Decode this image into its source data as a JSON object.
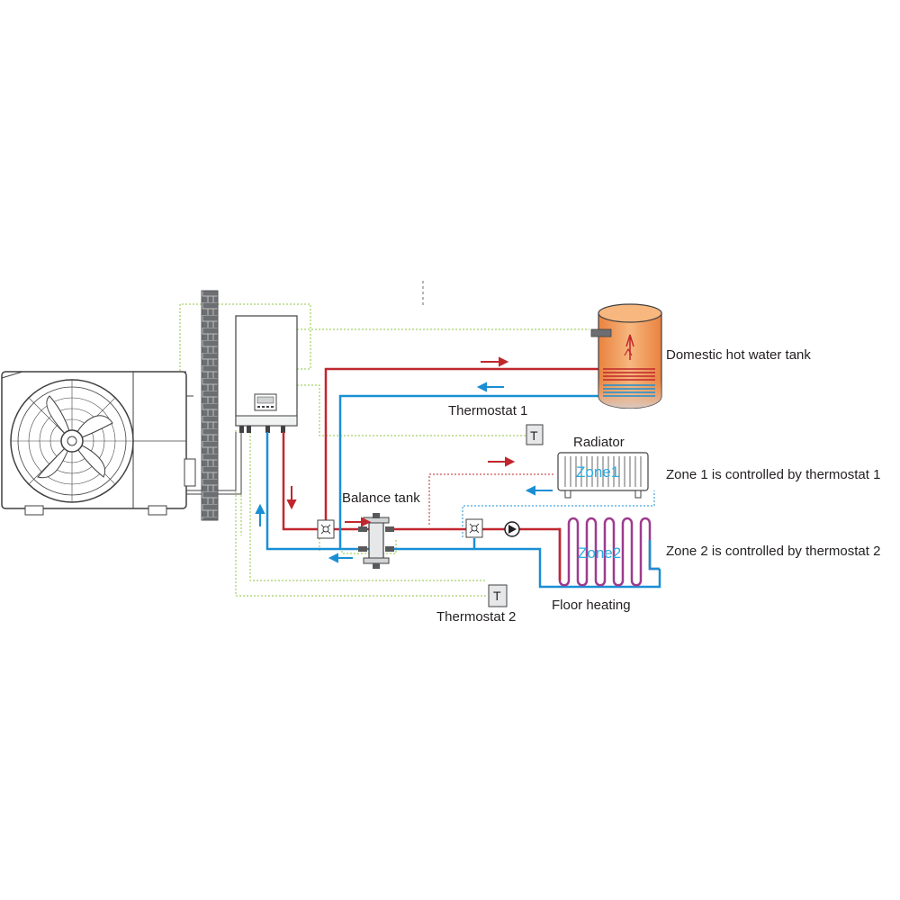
{
  "labels": {
    "dhw_tank": "Domestic hot water tank",
    "thermostat1": "Thermostat 1",
    "radiator": "Radiator",
    "zone1_desc": "Zone 1 is controlled by thermostat 1",
    "balance_tank": "Balance tank",
    "zone2_desc": "Zone 2 is controlled by thermostat 2",
    "floor_heating": "Floor heating",
    "thermostat2": "Thermostat 2"
  },
  "zones": {
    "zone1": "Zone1",
    "zone2": "Zone2"
  },
  "thermostat_symbol": "T",
  "colors": {
    "supply": "#c0272d",
    "return": "#1a8fd4",
    "control_wire": "#8cc63f",
    "zone_text": "#29abe2",
    "tank_fill": "#f2a466",
    "wall": "#6d6e71"
  },
  "icons": [
    "outdoor-unit-icon",
    "fan-icon",
    "brick-wall-icon",
    "indoor-unit-icon",
    "three-way-valve-icon",
    "pump-icon",
    "radiator-icon",
    "coil-icon"
  ]
}
